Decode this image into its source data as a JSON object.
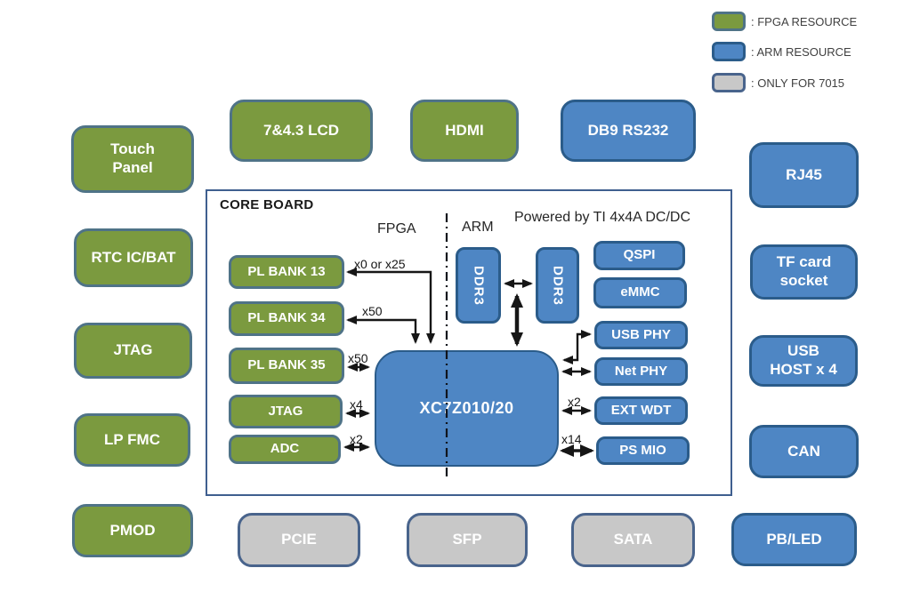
{
  "legend": {
    "items": [
      {
        "swatch": "green",
        "label": ": FPGA RESOURCE"
      },
      {
        "swatch": "blue",
        "label": ": ARM RESOURCE"
      },
      {
        "swatch": "gray",
        "label": ": ONLY FOR 7015"
      }
    ]
  },
  "colors": {
    "fpga_green": "#7B9A3F",
    "arm_blue": "#4E86C4",
    "only_7015_gray": "#C8C8C8",
    "green_border": "#4F7387",
    "blue_border": "#2B5C8A",
    "gray_border": "#49648C",
    "coreboard_border": "#3F5F8F",
    "line_color": "#161616"
  },
  "outer_blocks": {
    "touch_panel": "Touch\nPanel",
    "lcd": "7&4.3 LCD",
    "hdmi": "HDMI",
    "db9_rs232": "DB9 RS232",
    "rj45": "RJ45",
    "rtc": "RTC IC/BAT",
    "jtag": "JTAG",
    "lp_fmc": "LP FMC",
    "pmod": "PMOD",
    "tf_card": "TF card\nsocket",
    "usb_host": "USB\nHOST x 4",
    "can": "CAN",
    "pcie": "PCIE",
    "sfp": "SFP",
    "sata": "SATA",
    "pb_led": "PB/LED"
  },
  "core_board": {
    "title": "CORE BOARD",
    "fpga_label": "FPGA",
    "arm_label": "ARM",
    "power_note": "Powered by TI 4x4A DC/DC",
    "chip_label": "XC7Z010/20",
    "ddr3": [
      "DDR3",
      "DDR3"
    ],
    "fpga_blocks": {
      "pl_bank_13": "PL BANK 13",
      "pl_bank_34": "PL BANK 34",
      "pl_bank_35": "PL BANK 35",
      "jtag": "JTAG",
      "adc": "ADC"
    },
    "arm_blocks": {
      "qspi": "QSPI",
      "emmc": "eMMC",
      "usb_phy": "USB PHY",
      "net_phy": "Net PHY",
      "ext_wdt": "EXT WDT",
      "ps_mio": "PS MIO"
    },
    "bus_labels": {
      "lcd": "x0 or x25",
      "bank34": "x50",
      "bank35": "x50",
      "jtag": "x4",
      "adc": "x2",
      "ext_wdt": "x2",
      "ps_mio": "x14"
    }
  }
}
